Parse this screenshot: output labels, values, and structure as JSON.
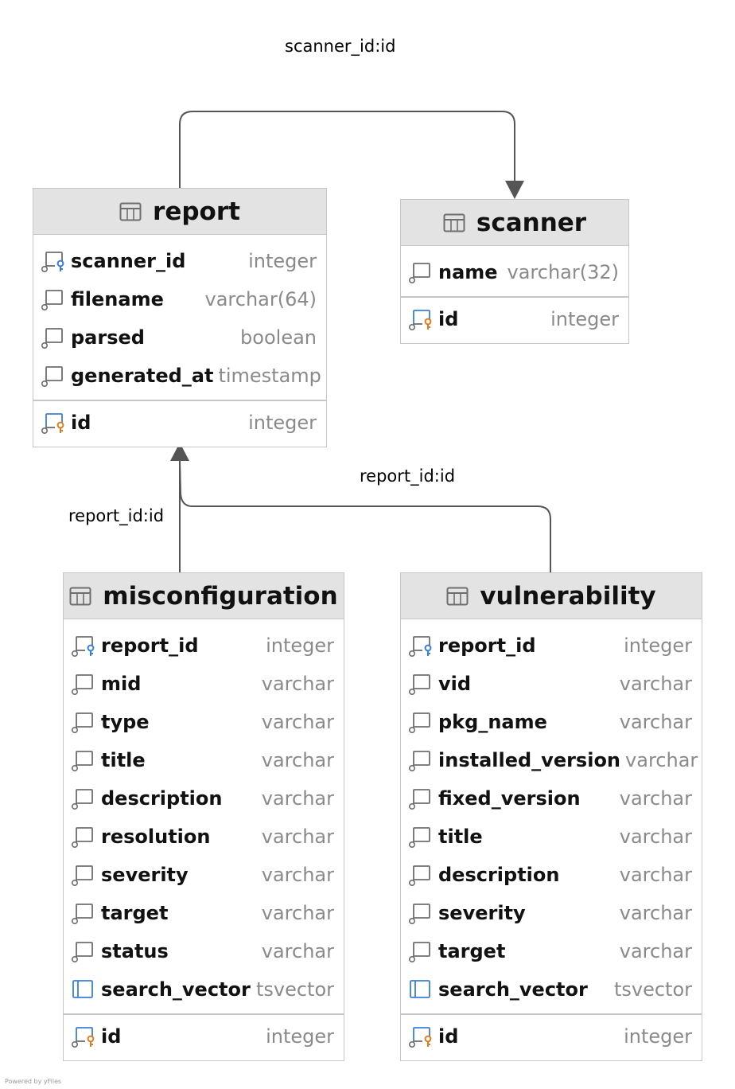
{
  "tables": {
    "report": {
      "title": "report",
      "columns": [
        {
          "name": "scanner_id",
          "type": "integer",
          "icon": "foreign-key-icon"
        },
        {
          "name": "filename",
          "type": "varchar(64)",
          "icon": "column-icon"
        },
        {
          "name": "parsed",
          "type": "boolean",
          "icon": "column-icon"
        },
        {
          "name": "generated_at",
          "type": "timestamp",
          "icon": "column-icon"
        }
      ],
      "pk": {
        "name": "id",
        "type": "integer",
        "icon": "primary-key-icon"
      }
    },
    "scanner": {
      "title": "scanner",
      "columns": [
        {
          "name": "name",
          "type": "varchar(32)",
          "icon": "column-icon"
        }
      ],
      "pk": {
        "name": "id",
        "type": "integer",
        "icon": "primary-key-icon"
      }
    },
    "misconfiguration": {
      "title": "misconfiguration",
      "columns": [
        {
          "name": "report_id",
          "type": "integer",
          "icon": "foreign-key-icon"
        },
        {
          "name": "mid",
          "type": "varchar",
          "icon": "column-icon"
        },
        {
          "name": "type",
          "type": "varchar",
          "icon": "column-icon"
        },
        {
          "name": "title",
          "type": "varchar",
          "icon": "column-icon"
        },
        {
          "name": "description",
          "type": "varchar",
          "icon": "column-icon"
        },
        {
          "name": "resolution",
          "type": "varchar",
          "icon": "column-icon"
        },
        {
          "name": "severity",
          "type": "varchar",
          "icon": "column-icon"
        },
        {
          "name": "target",
          "type": "varchar",
          "icon": "column-icon"
        },
        {
          "name": "status",
          "type": "varchar",
          "icon": "column-icon"
        },
        {
          "name": "search_vector",
          "type": "tsvector",
          "icon": "generated-column-icon"
        }
      ],
      "pk": {
        "name": "id",
        "type": "integer",
        "icon": "primary-key-icon"
      }
    },
    "vulnerability": {
      "title": "vulnerability",
      "columns": [
        {
          "name": "report_id",
          "type": "integer",
          "icon": "foreign-key-icon"
        },
        {
          "name": "vid",
          "type": "varchar",
          "icon": "column-icon"
        },
        {
          "name": "pkg_name",
          "type": "varchar",
          "icon": "column-icon"
        },
        {
          "name": "installed_version",
          "type": "varchar",
          "icon": "column-icon"
        },
        {
          "name": "fixed_version",
          "type": "varchar",
          "icon": "column-icon"
        },
        {
          "name": "title",
          "type": "varchar",
          "icon": "column-icon"
        },
        {
          "name": "description",
          "type": "varchar",
          "icon": "column-icon"
        },
        {
          "name": "severity",
          "type": "varchar",
          "icon": "column-icon"
        },
        {
          "name": "target",
          "type": "varchar",
          "icon": "column-icon"
        },
        {
          "name": "search_vector",
          "type": "tsvector",
          "icon": "generated-column-icon"
        }
      ],
      "pk": {
        "name": "id",
        "type": "integer",
        "icon": "primary-key-icon"
      }
    }
  },
  "relations": [
    {
      "from": "report",
      "to": "scanner",
      "label": "scanner_id:id"
    },
    {
      "from": "misconfiguration",
      "to": "report",
      "label": "report_id:id"
    },
    {
      "from": "vulnerability",
      "to": "report",
      "label": "report_id:id"
    }
  ],
  "table_icon": "table-icon",
  "colors": {
    "header_bg": "#e3e3e3",
    "border": "#c6c6c6",
    "type_text": "#8a8a8a",
    "edge": "#555555",
    "fk_accent": "#3b7ddd",
    "pk_accent": "#e07b20"
  },
  "footer": "Powered by yFiles"
}
